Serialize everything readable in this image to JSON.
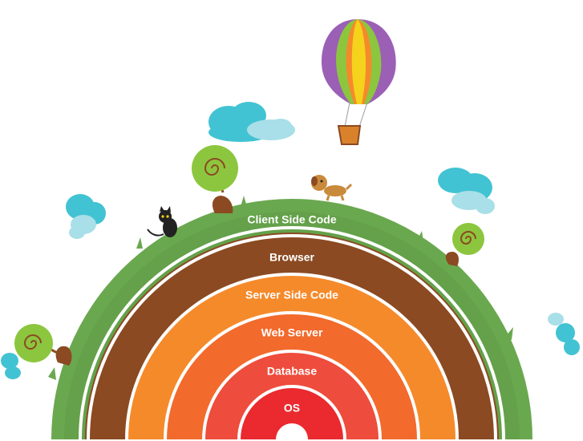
{
  "layers": [
    {
      "label": "Client Side Code",
      "color": "#6aa84f"
    },
    {
      "label": "Browser",
      "color": "#8b4a22"
    },
    {
      "label": "Server Side Code",
      "color": "#f58a2b"
    },
    {
      "label": "Web Server",
      "color": "#f26a2c"
    },
    {
      "label": "Database",
      "color": "#ee4c3c"
    },
    {
      "label": "OS",
      "color": "#ea2a2f"
    }
  ],
  "decor_colors": {
    "balloon_purple": "#9b5fb6",
    "balloon_green": "#8cc63f",
    "balloon_yellow": "#f5d21c",
    "balloon_orange": "#f58a2b",
    "cloud_cyan": "#42c3d3",
    "cloud_light": "#a8dfe8",
    "tree_green": "#8cc63f",
    "tree_brown": "#8b4a22"
  }
}
